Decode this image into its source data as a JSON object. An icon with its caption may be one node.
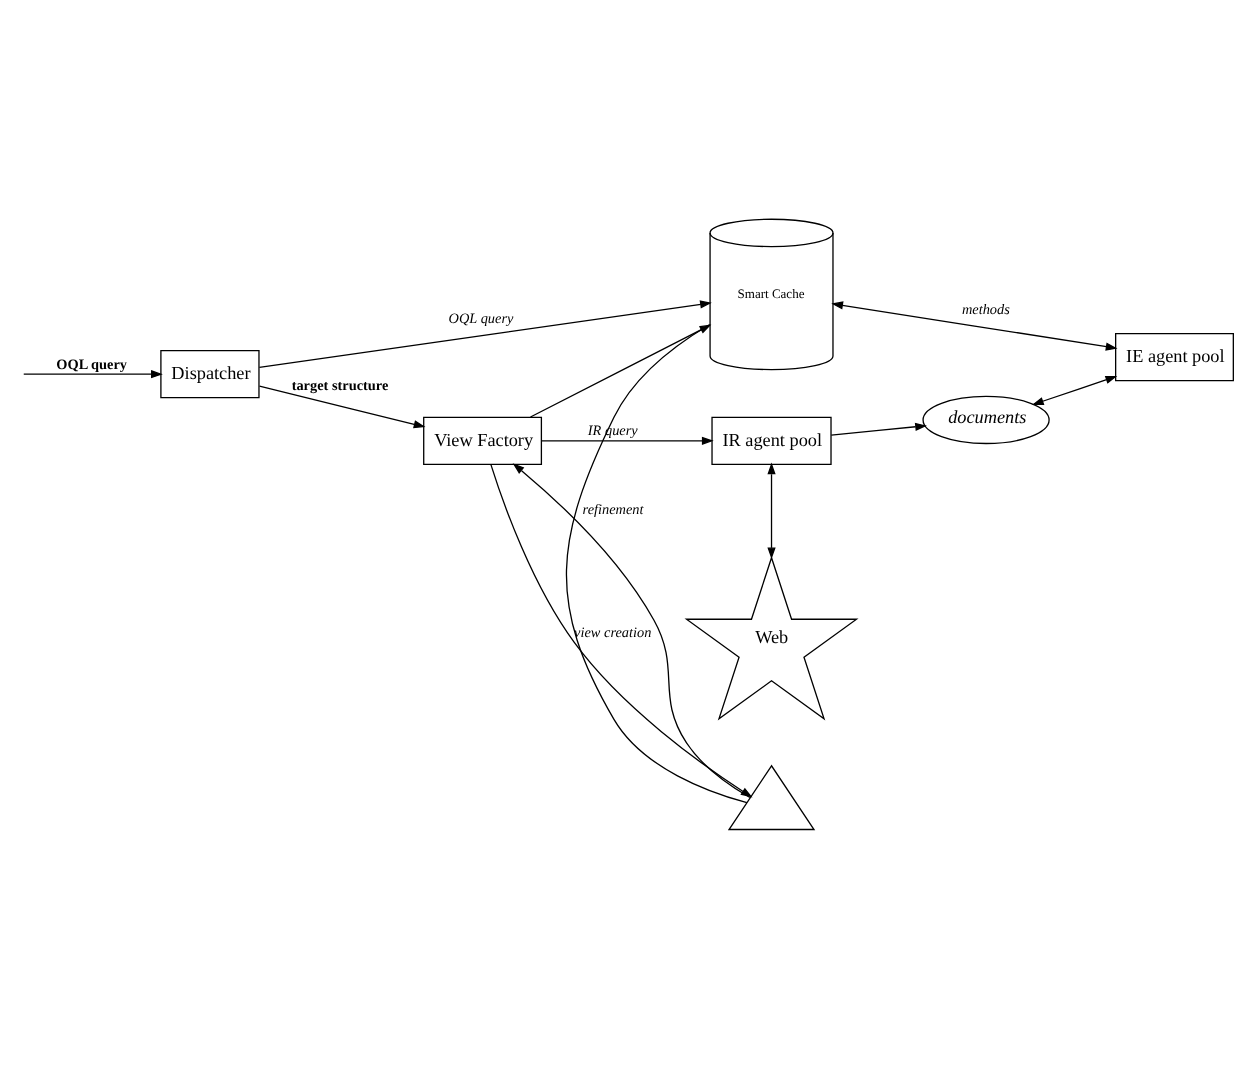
{
  "diagram": {
    "nodes": [
      {
        "text": [
          "View Factory"
        ]
      },
      {
        "text": [],
        "shape": "triangle"
      },
      {
        "text": [
          "Dispatcher"
        ]
      },
      {
        "text": [
          "Smart Cache"
        ]
      },
      {
        "text": [
          "IR agent pool"
        ]
      },
      {
        "text": [
          "documents"
        ]
      },
      {
        "text": [
          "IE agent pool"
        ]
      },
      {
        "text": [
          "Web"
        ]
      }
    ],
    "edges": [
      {
        "from": null,
        "to": 2,
        "arrow": "to",
        "label": "OQL query"
      },
      {
        "from": 2,
        "to": 0,
        "arrow": "to",
        "label": "target structure"
      },
      {
        "from": 0,
        "to": 1,
        "arrow": "to",
        "label": "view creation"
      },
      {
        "from": 1,
        "to": 0,
        "arrow": "to",
        "label": "refinement"
      },
      {
        "from": 0,
        "to": 3,
        "arrow": "to"
      },
      {
        "from": 3,
        "to": 1,
        "arrow": "none"
      },
      {
        "from": 2,
        "to": 3,
        "arrow": "to",
        "label": "OQL query"
      },
      {
        "from": 0,
        "to": 4,
        "arrow": "to",
        "label": "IR query"
      },
      {
        "from": 4,
        "to": 5,
        "arrow": "to"
      },
      {
        "from": 5,
        "to": 6,
        "arrow": "both"
      },
      {
        "from": 3,
        "to": 6,
        "arrow": "both",
        "label": "methods"
      },
      {
        "from": 4,
        "to": 7,
        "arrow": "both"
      }
    ]
  }
}
